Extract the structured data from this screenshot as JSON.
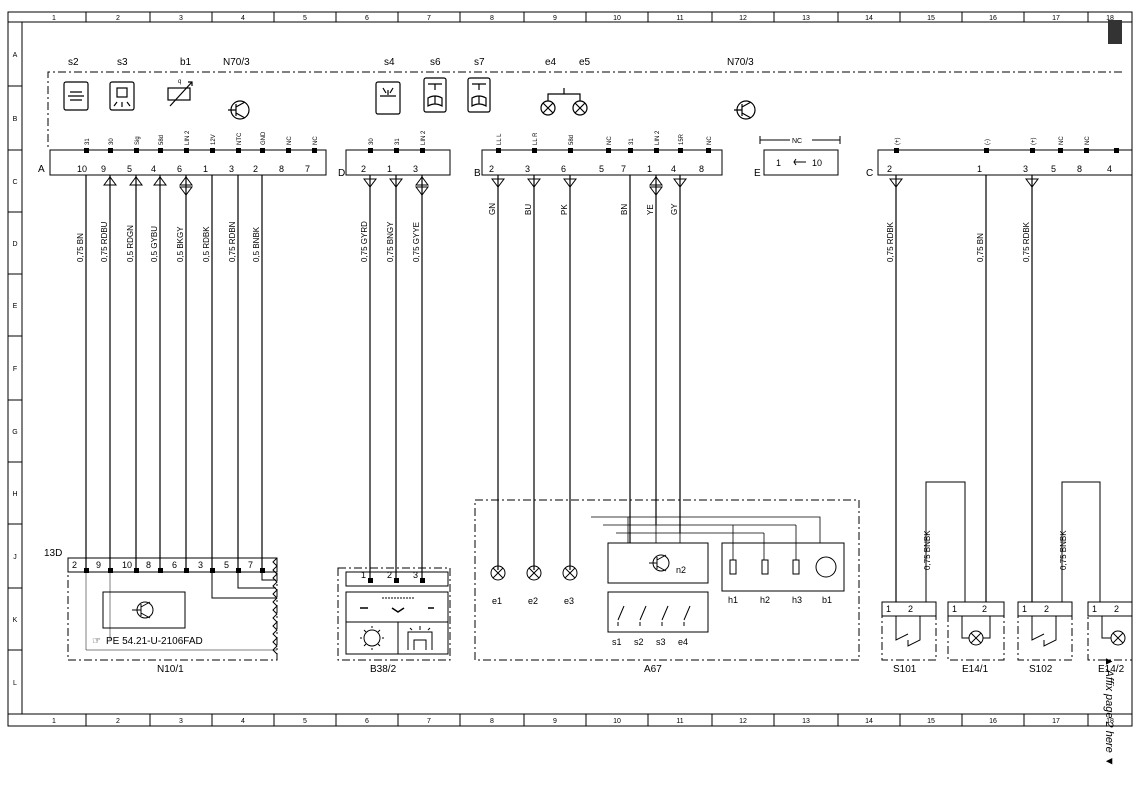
{
  "grid": {
    "cols": [
      "1",
      "2",
      "3",
      "4",
      "5",
      "6",
      "7",
      "8",
      "9",
      "10",
      "11",
      "12",
      "13",
      "14",
      "15",
      "16",
      "17",
      "18"
    ],
    "rows": [
      "A",
      "B",
      "C",
      "D",
      "E",
      "F",
      "G",
      "H",
      "J",
      "K",
      "L"
    ]
  },
  "top_group": {
    "labels": {
      "s2": "s2",
      "s3": "s3",
      "b1": "b1",
      "n70_left": "N70/3",
      "s4": "s4",
      "s6": "s6",
      "s7": "s7",
      "e4": "e4",
      "e5": "e5",
      "n70_right": "N70/3",
      "q": "q"
    }
  },
  "connectors": {
    "A": {
      "name": "A",
      "pins": [
        {
          "num": "10",
          "sig": "31",
          "wire": "0,75 BN"
        },
        {
          "num": "9",
          "sig": "30",
          "wire": "0,75 RDBU"
        },
        {
          "num": "5",
          "sig": "Sig",
          "wire": "0,5 RDGN"
        },
        {
          "num": "4",
          "sig": "58d",
          "wire": "0,5 GYBU"
        },
        {
          "num": "6",
          "sig": "LIN 2",
          "wire": "0,5 BKGY"
        },
        {
          "num": "1",
          "sig": "12V",
          "wire": "0,5 RDBK"
        },
        {
          "num": "3",
          "sig": "NTC",
          "wire": "0,75 RDBN"
        },
        {
          "num": "2",
          "sig": "GND",
          "wire": "0,5 BNBK"
        },
        {
          "num": "8",
          "sig": "NC",
          "wire": ""
        },
        {
          "num": "7",
          "sig": "NC",
          "wire": ""
        }
      ]
    },
    "D": {
      "name": "D",
      "pins": [
        {
          "num": "2",
          "sig": "30",
          "wire": "0,75 GYRD"
        },
        {
          "num": "1",
          "sig": "31",
          "wire": "0,75 BNGY"
        },
        {
          "num": "3",
          "sig": "LIN 2",
          "wire": "0,75 GYYE"
        }
      ]
    },
    "B": {
      "name": "B",
      "pins": [
        {
          "num": "2",
          "sig": "LL L",
          "wire": "GN"
        },
        {
          "num": "3",
          "sig": "LL R",
          "wire": "BU"
        },
        {
          "num": "6",
          "sig": "58d",
          "wire": "PK"
        },
        {
          "num": "5",
          "sig": "NC",
          "wire": ""
        },
        {
          "num": "7",
          "sig": "31",
          "wire": "BN"
        },
        {
          "num": "1",
          "sig": "LIN 2",
          "wire": "YE"
        },
        {
          "num": "4",
          "sig": "15R",
          "wire": "GY"
        },
        {
          "num": "8",
          "sig": "NC",
          "wire": ""
        }
      ]
    },
    "E": {
      "name": "E",
      "nc": "NC",
      "pin_left": "1",
      "pin_right": "10"
    },
    "C": {
      "name": "C",
      "pins": [
        {
          "num": "2",
          "sig": "(+)",
          "wire": "0,75 RDBK"
        },
        {
          "num": "1",
          "sig": "(-)",
          "wire": "0,75 BN"
        },
        {
          "num": "3",
          "sig": "(+)",
          "wire": "0,75 RDBK"
        },
        {
          "num": "5",
          "sig": "NC",
          "wire": ""
        },
        {
          "num": "8",
          "sig": "NC",
          "wire": ""
        },
        {
          "num": "4",
          "sig": "",
          "wire": ""
        }
      ]
    }
  },
  "components": {
    "n10": {
      "name": "N10/1",
      "conn": "13D",
      "pins": [
        "2",
        "9",
        "10",
        "8",
        "6",
        "3",
        "5",
        "7"
      ],
      "ref": "PE 54.21-U-2106FAD"
    },
    "b38": {
      "name": "B38/2",
      "pins": [
        "1",
        "2",
        "3"
      ]
    },
    "a67": {
      "name": "A67",
      "lamps": [
        "e1",
        "e2",
        "e3"
      ],
      "module": "n2",
      "switches": [
        "s1",
        "s2",
        "s3",
        "e4"
      ],
      "heaters": [
        "h1",
        "h2",
        "h3",
        "b1"
      ]
    },
    "s101": {
      "name": "S101",
      "pins": [
        "1",
        "2"
      ],
      "wire": "0,75 BNBK"
    },
    "e14_1": {
      "name": "E14/1",
      "pins": [
        "1",
        "2"
      ]
    },
    "s102": {
      "name": "S102",
      "pins": [
        "1",
        "2"
      ],
      "wire": "0,75 BNBK"
    },
    "e14_2": {
      "name": "E14/2",
      "pins": [
        "1",
        "2"
      ]
    }
  },
  "affix_note": "Affix page 2 here"
}
